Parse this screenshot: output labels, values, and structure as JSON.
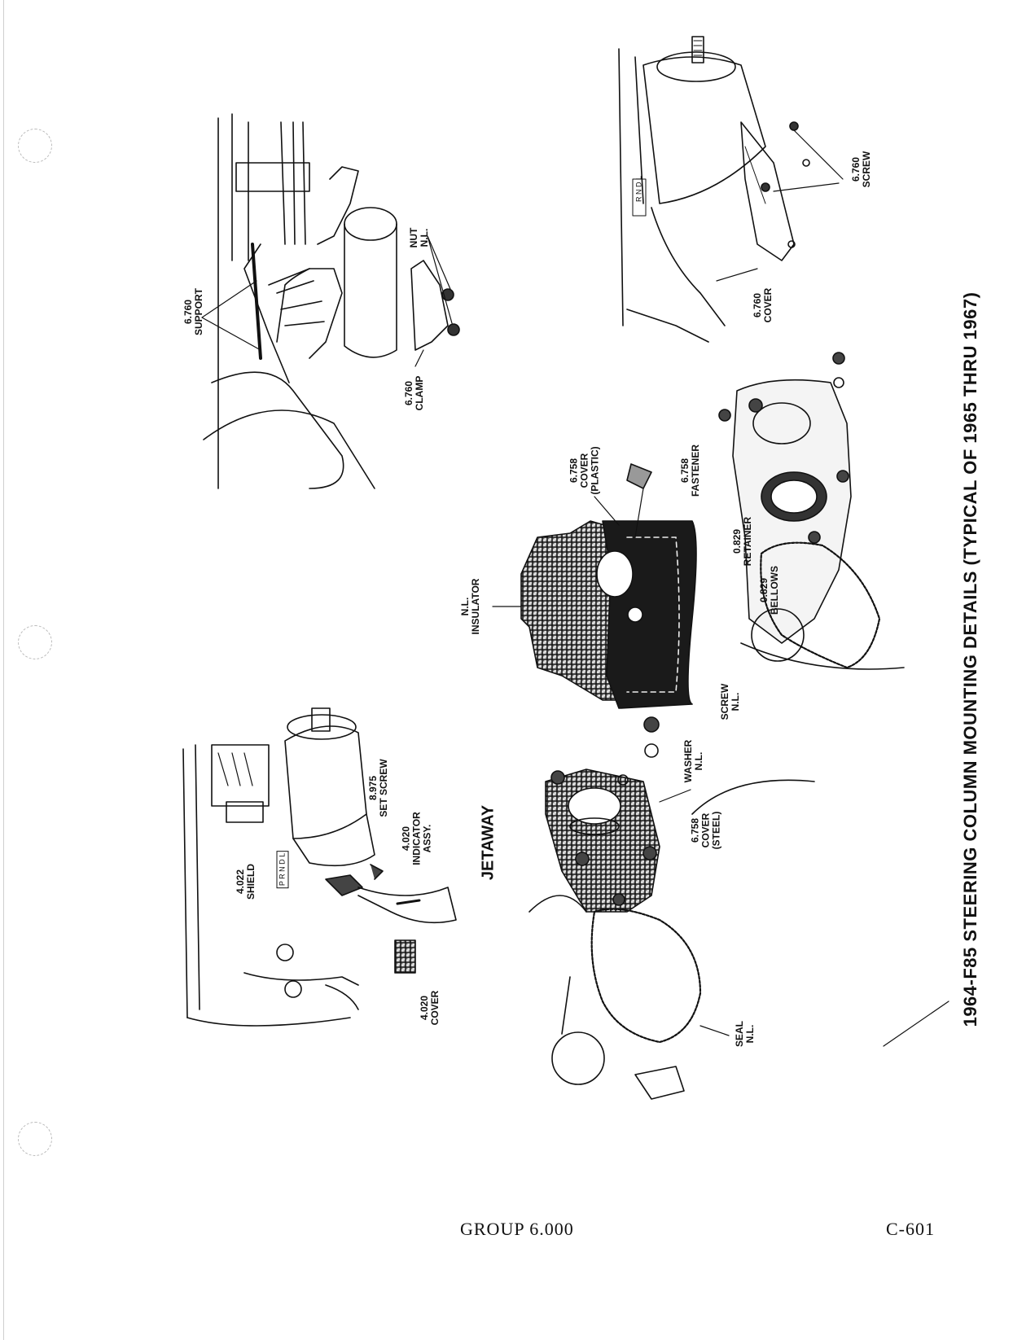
{
  "title": "1964-F85 STEERING COLUMN MOUNTING DETAILS (TYPICAL OF 1965 THRU 1967)",
  "subheading": "JETAWAY",
  "footer": {
    "group": "GROUP 6.000",
    "page": "C-601"
  },
  "quadrant_marks": {
    "top_right": "R N D L",
    "bottom_left": "P R N D L"
  },
  "callouts": {
    "support": {
      "number": "6.760",
      "name": "SUPPORT"
    },
    "clamp": {
      "number": "6.760",
      "name": "CLAMP"
    },
    "nut": {
      "number": "NUT",
      "name": "N.L."
    },
    "screw_top": {
      "number": "6.760",
      "name": "SCREW"
    },
    "cover_top": {
      "number": "6.760",
      "name": "COVER"
    },
    "cover_plastic": {
      "number": "6.758",
      "name": "COVER",
      "note": "(PLASTIC)"
    },
    "fastener": {
      "number": "6.758",
      "name": "FASTENER"
    },
    "insulator": {
      "number": "N.L.",
      "name": "INSULATOR"
    },
    "retainer": {
      "number": "0.829",
      "name": "RETAINER"
    },
    "bellows": {
      "number": "0.829",
      "name": "BELLOWS"
    },
    "screw_nl": {
      "number": "SCREW",
      "name": "N.L."
    },
    "washer": {
      "number": "WASHER",
      "name": "N.L."
    },
    "cover_steel": {
      "number": "6.758",
      "name": "COVER",
      "note": "(STEEL)"
    },
    "seal": {
      "number": "SEAL",
      "name": "N.L."
    },
    "shield": {
      "number": "4.022",
      "name": "SHIELD"
    },
    "set_screw": {
      "number": "8.975",
      "name": "SET SCREW"
    },
    "indicator": {
      "number": "4.020",
      "name": "INDICATOR",
      "note": "ASSY."
    },
    "cover_4020": {
      "number": "4.020",
      "name": "COVER"
    }
  }
}
